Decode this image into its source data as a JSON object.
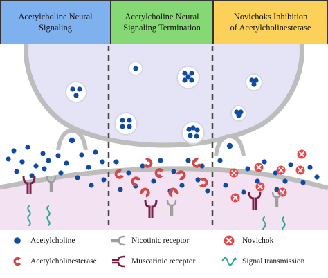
{
  "headers": [
    {
      "line1": "Acetylcholine Neural",
      "line2": "Signaling",
      "color": "#7fb1ee"
    },
    {
      "line1": "Acetylcholine Neural",
      "line2": "Signaling Termination",
      "color": "#85d873"
    },
    {
      "line1": "Novichoks Inhibition",
      "line2": "of Acetylcholinesterase",
      "color": "#fbd159"
    }
  ],
  "colors": {
    "presynaptic": "#e5e4f7",
    "postsynaptic": "#f3e3f2",
    "membrane": "#bdbdbd",
    "acetylcholine": "#0f4aa3",
    "acetylcholinesterase": "#cc4a4a",
    "muscarinic": "#7a1e4a",
    "nicotinic": "#9e9e9e",
    "novichok": "#e54848",
    "signal": "#2aa59a",
    "divider": "#444444"
  },
  "legend": {
    "acetylcholine": "Acetylcholine",
    "acetylcholinesterase": "Acetylcholinesterase",
    "nicotinic": "Nicotinic receptor",
    "muscarinic": "Muscarinic receptor",
    "novichok": "Novichok",
    "signal": "Signal transmission"
  }
}
